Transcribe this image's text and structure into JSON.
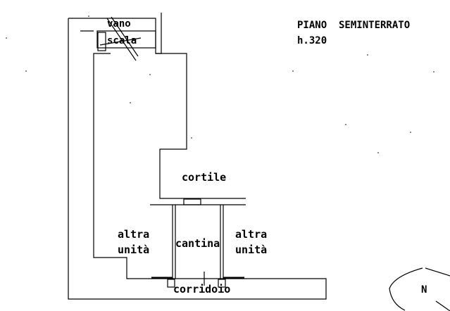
{
  "header": {
    "title": "PIANO  SEMINTERRATO",
    "height_label": "h.320"
  },
  "rooms": {
    "stair_line1": "vano",
    "stair_line2": "scala",
    "courtyard": "cortile",
    "left_unit_line1": "altra",
    "left_unit_line2": "unità",
    "cellar": "cantina",
    "right_unit_line1": "altra",
    "right_unit_line2": "unità",
    "corridor": "corridoio"
  },
  "compass": {
    "north_label": "N"
  },
  "colors": {
    "line": "#000000",
    "background": "#ffffff"
  }
}
